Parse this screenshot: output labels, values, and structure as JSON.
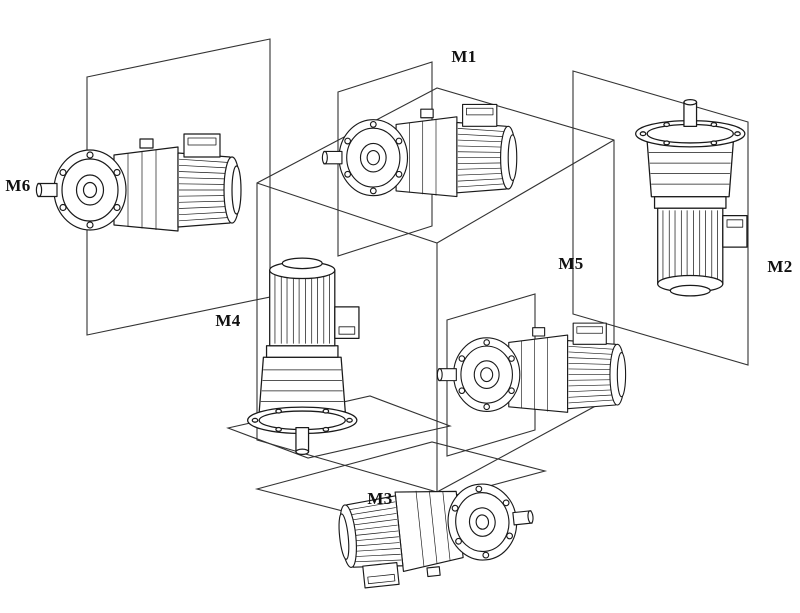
{
  "colors": {
    "background": "#ffffff",
    "line": "#1a1a1a",
    "label": "#111111"
  },
  "mounting_positions": {
    "m1": {
      "label": "M1"
    },
    "m2": {
      "label": "M2"
    },
    "m3": {
      "label": "M3"
    },
    "m4": {
      "label": "M4"
    },
    "m5": {
      "label": "M5"
    },
    "m6": {
      "label": "M6"
    }
  }
}
